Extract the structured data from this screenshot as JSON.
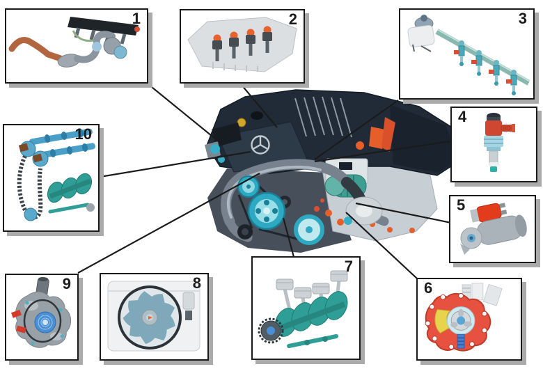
{
  "diagram": {
    "background_color": "#ffffff",
    "connector_color": "#1b1b1b",
    "box_border_color": "#1b1b1b",
    "box_shadow_color": "#ababab",
    "number_color": "#1b1b1b"
  },
  "center": {
    "name": "engine-assembly",
    "emblem_icon": "mercedes-star-icon",
    "cover_color": "#202b37",
    "intake_pipe_color": "#77828e",
    "pulley_color": "#2ea9c2",
    "accent_orange": "#e65f2b"
  },
  "callouts": [
    {
      "label": "1",
      "part": "turbocharger-with-exhaust-system",
      "number_position": "top-right"
    },
    {
      "label": "2",
      "part": "cylinder-head-with-ignition-coils",
      "number_position": "top-right"
    },
    {
      "label": "3",
      "part": "fuel-rail-with-injectors-and-pump",
      "number_position": "top-right"
    },
    {
      "label": "4",
      "part": "fuel-injector",
      "number_position": "top-left"
    },
    {
      "label": "5",
      "part": "starter-motor",
      "number_position": "top-left"
    },
    {
      "label": "6",
      "part": "pump-cutaway",
      "number_position": "top-left"
    },
    {
      "label": "7",
      "part": "crankshaft-with-pistons",
      "number_position": "top-right"
    },
    {
      "label": "8",
      "part": "radiator-fan-assembly",
      "number_position": "top-right"
    },
    {
      "label": "9",
      "part": "water-pump",
      "number_position": "top-right"
    },
    {
      "label": "10",
      "part": "timing-chain-with-camshafts",
      "number_position": "top-right"
    }
  ]
}
